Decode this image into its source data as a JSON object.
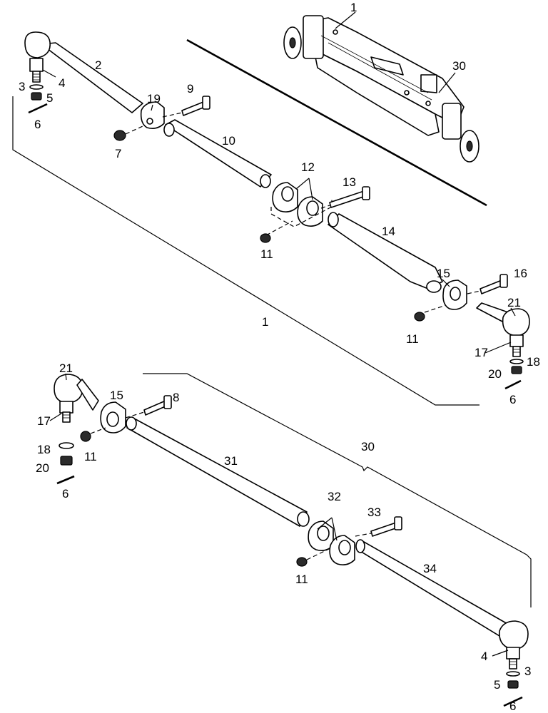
{
  "figure": {
    "description_labels": [
      "1",
      "2",
      "3",
      "4",
      "5",
      "6",
      "7",
      "8",
      "9",
      "10",
      "11",
      "12",
      "13",
      "14",
      "15",
      "16",
      "17",
      "18",
      "19",
      "20",
      "21",
      "30",
      "31",
      "32",
      "33",
      "34"
    ]
  },
  "callouts": {
    "c1_top": "1",
    "c2": "2",
    "c3_top": "3",
    "c4_top": "4",
    "c5_top": "5",
    "c6_top": "6",
    "c7": "7",
    "c9": "9",
    "c19": "19",
    "c10": "10",
    "c12": "12",
    "c13": "13",
    "c11_a": "11",
    "c14": "14",
    "c15_a": "15",
    "c16": "16",
    "c21_a": "21",
    "c17_a": "17",
    "c18_a": "18",
    "c20_a": "20",
    "c6_mid": "6",
    "c11_b": "11",
    "c1_mid": "1",
    "c30_top": "30",
    "c21_b": "21",
    "c15_b": "15",
    "c8": "8",
    "c17_b": "17",
    "c18_b": "18",
    "c11_c": "11",
    "c20_b": "20",
    "c6_low": "6",
    "c30_mid": "30",
    "c31": "31",
    "c32": "32",
    "c33": "33",
    "c11_d": "11",
    "c34": "34",
    "c4_bot": "4",
    "c3_bot": "3",
    "c5_bot": "5",
    "c6_bot": "6"
  }
}
